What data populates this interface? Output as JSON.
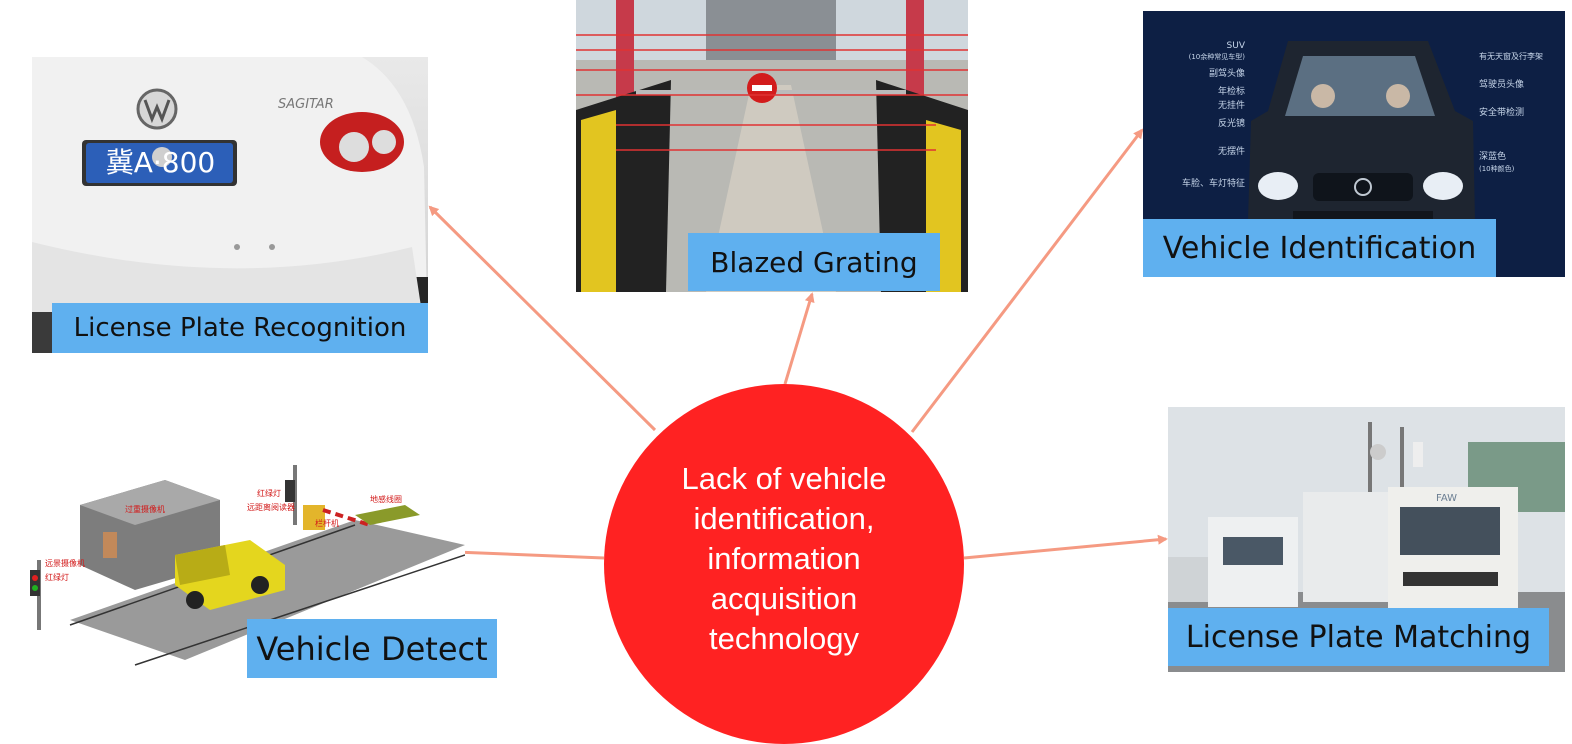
{
  "center": {
    "text": "Lack of vehicle identification, information acquisition technology",
    "color": "#ff2222"
  },
  "nodes": [
    {
      "id": "license-plate-recognition",
      "caption": "License Plate Recognition"
    },
    {
      "id": "blazed-grating",
      "caption": "Blazed Grating"
    },
    {
      "id": "vehicle-identification",
      "caption": "Vehicle Identification"
    },
    {
      "id": "vehicle-detect",
      "caption": "Vehicle Detect"
    },
    {
      "id": "license-plate-matching",
      "caption": "License Plate Matching"
    }
  ],
  "plate": {
    "text": "冀A·800"
  },
  "car_badge": {
    "text": "SAGITAR"
  },
  "vehicle_labels": {
    "left": [
      "SUV",
      "(10余种常见车型)",
      "副驾头像",
      "年检标",
      "无挂件",
      "反光镜",
      "无摆件",
      "车脸、车灯特征"
    ],
    "right": [
      "有无天窗及行李架",
      "驾驶员头像",
      "安全带检测",
      "深蓝色",
      "(10种颜色)"
    ]
  },
  "detect_labels": [
    "过重摄像机",
    "红绿灯",
    "远距离阅读器",
    "栏杆机",
    "地感线圈",
    "远景摄像机",
    "红绿灯"
  ],
  "truck_badge": {
    "text": "FAW"
  },
  "colors": {
    "arrow": "#f59a82",
    "caption_bg": "#5fb0ef",
    "circle": "#ff2222"
  }
}
